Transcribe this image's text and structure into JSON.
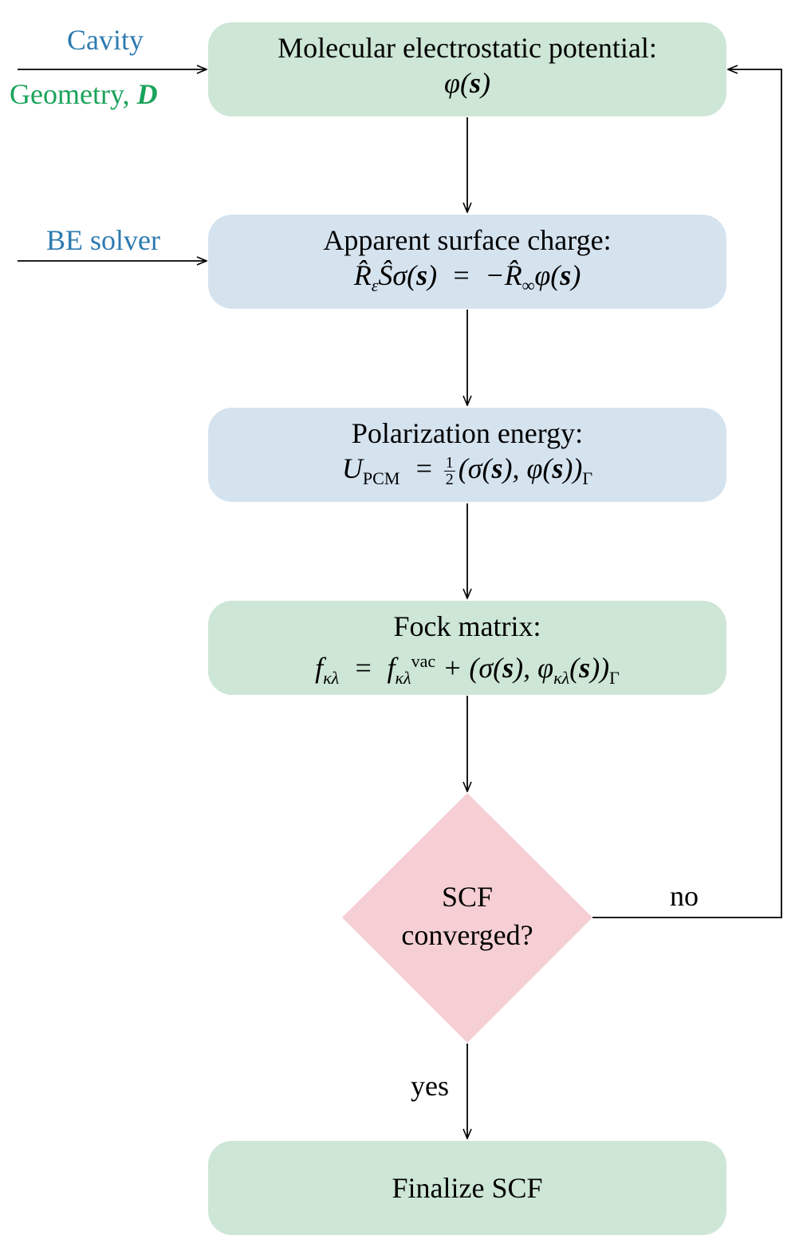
{
  "inputs": {
    "cavity": "Cavity",
    "geometry": "Geometry,",
    "density": "D",
    "be_solver": "BE solver"
  },
  "nodes": {
    "potential": {
      "title": "Molecular electrostatic potential:",
      "formula": "φ(s)"
    },
    "charge": {
      "title": "Apparent surface charge:",
      "formula": "R̂εŜσ(s) = −R̂∞φ(s)"
    },
    "energy": {
      "title": "Polarization energy:",
      "formula": "UPCM = ½ (σ(s), φ(s))Γ"
    },
    "fock": {
      "title": "Fock matrix:",
      "formula": "fκλ = fκλvac + (σ(s), φκλ(s))Γ"
    },
    "decision": {
      "line1": "SCF",
      "line2": "converged?"
    },
    "finalize": {
      "title": "Finalize SCF"
    }
  },
  "edge_labels": {
    "no": "no",
    "yes": "yes"
  },
  "colors": {
    "green_box": "#cde6d6",
    "blue_box": "#d5e3ef",
    "decision": "#f5cfd3",
    "label_blue": "#2e7bb0",
    "label_green": "#1aa35a"
  }
}
